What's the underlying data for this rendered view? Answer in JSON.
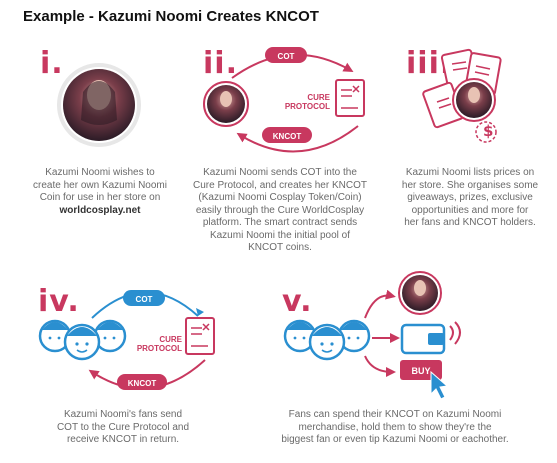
{
  "title": "Example - Kazumi Noomi Creates KNCOT",
  "steps": [
    {
      "numeral": "i.",
      "caption_lines": [
        "Kazumi Noomi wishes to",
        "create her own Kazumi Noomi",
        "Coin for use in her store on"
      ],
      "caption_bold": "worldcosplay.net"
    },
    {
      "numeral": "ii.",
      "caption_lines": [
        "Kazumi Noomi sends COT into the",
        "Cure Protocol, and creates her KNCOT",
        "(Kazumi Noomi Cosplay Token/Coin)",
        "easily through the Cure WorldCosplay",
        "platform. The smart contract sends",
        "Kazumi Noomi the initial pool of",
        "KNCOT coins."
      ]
    },
    {
      "numeral": "iii.",
      "caption_lines": [
        "Kazumi Noomi lists prices on",
        "her store. She organises some",
        "giveaways, prizes, exclusive",
        "opportunities and more for",
        "her fans and KNCOT holders."
      ]
    },
    {
      "numeral": "iv.",
      "caption_lines": [
        "Kazumi Noomi's fans send",
        "COT to the Cure Protocol and",
        "receive KNCOT in return."
      ]
    },
    {
      "numeral": "v.",
      "caption_lines": [
        "Fans can spend their KNCOT on Kazumi Noomi",
        "merchandise, hold them to show they're the",
        "biggest fan or even tip Kazumi Noomi or eachother."
      ]
    }
  ],
  "labels": {
    "cot": "COT",
    "kncot": "KNCOT",
    "cure": "CURE",
    "protocol": "PROTOCOL",
    "buy": "BUY"
  },
  "colors": {
    "accent": "#c8385f",
    "blue": "#2a8fd0",
    "text": "#6a6a6a"
  }
}
